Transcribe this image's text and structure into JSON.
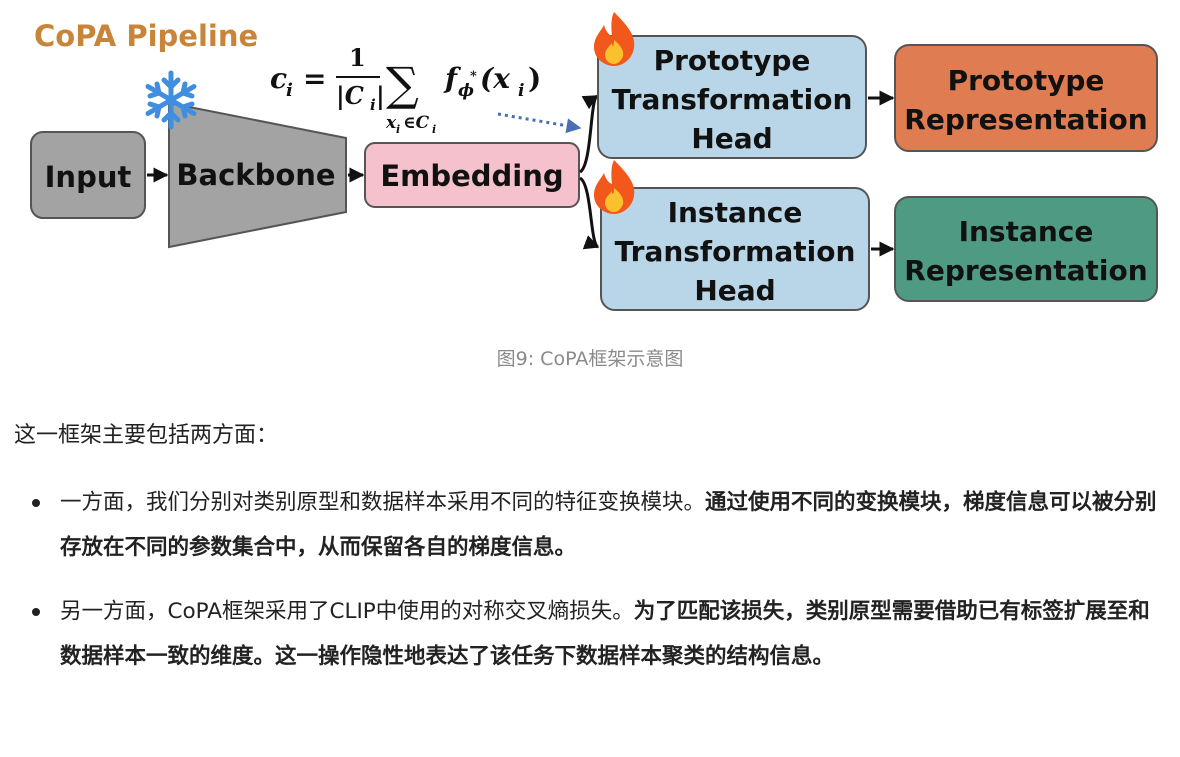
{
  "diagram": {
    "title": "CoPA Pipeline",
    "nodes": {
      "input": "Input",
      "backbone": "Backbone",
      "embedding": "Embedding",
      "prototype_head": [
        "Prototype",
        "Transformation",
        "Head"
      ],
      "instance_head": [
        "Instance",
        "Transformation",
        "Head"
      ],
      "prototype_rep": [
        "Prototype",
        "Representation"
      ],
      "instance_rep": [
        "Instance",
        "Representation"
      ]
    },
    "formula": {
      "lhs": "c",
      "lhs_sub": "i",
      "numerator": "1",
      "denominator": "|C",
      "denominator_sub": "i",
      "sum_symbol": "∑",
      "sum_under": "x",
      "sum_under_sub": "i",
      "sum_under_rest": "∈C",
      "sum_under_rest_sub": "i",
      "func": "f",
      "func_sub": "ϕ",
      "func_sup": "*",
      "arg": "(x",
      "arg_sub": "i"
    },
    "icons": {
      "backbone_frozen": "snowflake-icon",
      "prototype_trainable": "fire-icon",
      "instance_trainable": "fire-icon"
    },
    "colors": {
      "title": "#c8853a",
      "input": "#a3a3a3",
      "backbone": "#a3a3a3",
      "embedding": "#f4c1cd",
      "heads": "#b9d6e8",
      "prototype_rep": "#e07c52",
      "instance_rep": "#4f9a83",
      "snowflake": "#3f8fde",
      "flame": "#f2571c"
    }
  },
  "caption": "图9: CoPA框架示意图",
  "intro": "这一框架主要包括两方面：",
  "bullets": [
    {
      "normal": "一方面，我们分别对类别原型和数据样本采用不同的特征变换模块。",
      "bold": "通过使用不同的变换模块，梯度信息可以被分别存放在不同的参数集合中，从而保留各自的梯度信息。"
    },
    {
      "normal": "另一方面，CoPA框架采用了CLIP中使用的对称交叉熵损失。",
      "bold": "为了匹配该损失，类别原型需要借助已有标签扩展至和数据样本一致的维度。这一操作隐性地表达了该任务下数据样本聚类的结构信息。"
    }
  ]
}
